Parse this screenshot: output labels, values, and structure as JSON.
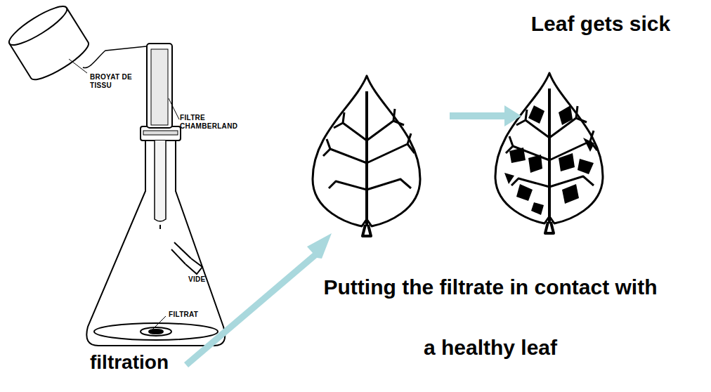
{
  "diagram": {
    "labels": [
      "BROYAT DE TISSU",
      "FILTRE CHAMBERLAND",
      "VIDE",
      "FILTRAT",
      "Leaf gets sick",
      "Putting the filtrate in contact with a healthy leaf",
      "filtration"
    ]
  }
}
